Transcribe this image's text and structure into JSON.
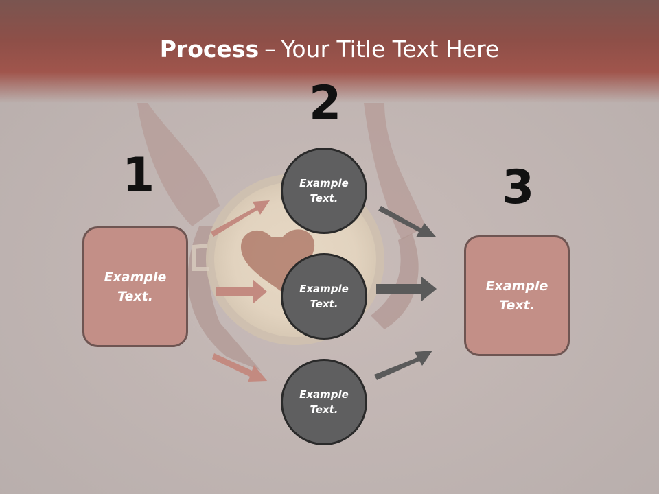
{
  "header": {
    "title_bold": "Process",
    "title_sep": "–",
    "title_rest": "Your Title Text Here"
  },
  "steps": {
    "one": "1",
    "two": "2",
    "three": "3"
  },
  "left_box": {
    "label": "Example Text."
  },
  "right_box": {
    "label": "Example Text."
  },
  "circles": [
    {
      "label": "Example Text."
    },
    {
      "label": "Example Text."
    },
    {
      "label": "Example Text."
    }
  ],
  "colors": {
    "header": "#8e4f48",
    "box_fill": "#c38f87",
    "circle_fill": "#5f5f60",
    "arrow_pink": "#c38a80",
    "arrow_gray": "#5a5a5a"
  }
}
